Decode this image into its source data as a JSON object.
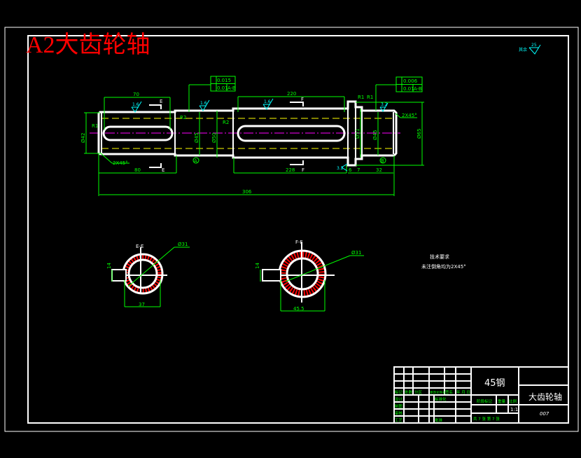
{
  "title_stamp": "A2大齿轮轴",
  "colors": {
    "background": "#000000",
    "outline": "#ffffff",
    "dimension": "#00ff00",
    "roughness": "#00ffff",
    "centerline": "#ff00ff",
    "hidden": "#ffff00",
    "hatch": "#ff0000",
    "stamp": "#ff0000"
  },
  "general_roughness": {
    "label": "其余",
    "value": "25"
  },
  "main_view": {
    "dims": {
      "d70": "70",
      "d220": "220",
      "d80": "80",
      "d228": "228",
      "d32": "32",
      "d306": "306",
      "d6": "6",
      "d7": "7",
      "dia65": "Ø65",
      "dia42": "Ø42",
      "dia45a": "Ø45",
      "dia50": "Ø50",
      "dia51": "Ø51",
      "dia45b": "Ø45",
      "chamfer_left": "2X45°",
      "chamfer_right": "2X45°",
      "r1": "R1",
      "r2": "R2",
      "r3": "R2",
      "r4": "R1",
      "r5": "R1"
    },
    "roughness": [
      "1.6",
      "1.6",
      "1.6",
      "3.2",
      "3.2"
    ],
    "section_marks": [
      "E",
      "E",
      "F",
      "F"
    ],
    "datum_labels": [
      "A",
      "B"
    ],
    "tolerance_left": [
      {
        "value": "0.015"
      },
      {
        "value": "0.01",
        "datum": "A-B"
      }
    ],
    "tolerance_right": [
      {
        "value": "0.006"
      },
      {
        "value": "0.01",
        "datum": "A-B"
      }
    ]
  },
  "section_e": {
    "title": "E-E",
    "dia": "Ø31",
    "width": "14",
    "depth": "37"
  },
  "section_f": {
    "title": "F-F",
    "dia": "Ø31",
    "width": "14",
    "depth": "45.5"
  },
  "tech_requirements": {
    "title": "技术要求",
    "line1": "未注倒角均为2X45°"
  },
  "title_block": {
    "material": "45钢",
    "part_name": "大齿轮轴",
    "drawing_no": "007",
    "scale": "1:1",
    "headers": [
      "标记",
      "处数",
      "分区",
      "更改文件号",
      "签名",
      "年 月 日"
    ],
    "rows": [
      "设计",
      "制图",
      "审核",
      "工艺"
    ],
    "std": "标准化",
    "approve": "批准",
    "stage": "阶段标记",
    "weight": "重量",
    "scale_label": "比例",
    "sheets": "共  7  张  第  7  张"
  }
}
